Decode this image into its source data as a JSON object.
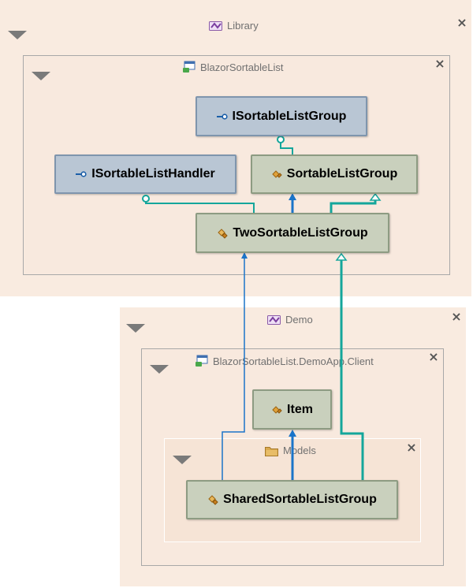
{
  "groups": {
    "library": {
      "title": "Library",
      "icon": "solution-icon"
    },
    "blazor": {
      "title": "BlazorSortableList",
      "icon": "project-icon"
    },
    "demo": {
      "title": "Demo",
      "icon": "solution-icon"
    },
    "client": {
      "title": "BlazorSortableList.DemoApp.Client",
      "icon": "project-icon"
    },
    "models": {
      "title": "Models",
      "icon": "folder-icon"
    }
  },
  "nodes": {
    "isortable_list_group": {
      "label": "ISortableListGroup",
      "kind": "interface"
    },
    "isortable_list_handler": {
      "label": "ISortableListHandler",
      "kind": "interface"
    },
    "sortable_list_group": {
      "label": "SortableListGroup",
      "kind": "class"
    },
    "two_sortable_list_group": {
      "label": "TwoSortableListGroup",
      "kind": "class"
    },
    "item": {
      "label": "Item",
      "kind": "class"
    },
    "shared_sortable_list_group": {
      "label": "SharedSortableListGroup",
      "kind": "class"
    }
  },
  "edges": [
    {
      "from": "sortable_list_group",
      "to": "isortable_list_group",
      "type": "implements"
    },
    {
      "from": "two_sortable_list_group",
      "to": "isortable_list_handler",
      "type": "implements"
    },
    {
      "from": "two_sortable_list_group",
      "to": "sortable_list_group",
      "type": "reference"
    },
    {
      "from": "two_sortable_list_group",
      "to": "sortable_list_group",
      "type": "inherits"
    },
    {
      "from": "shared_sortable_list_group",
      "to": "two_sortable_list_group",
      "type": "reference"
    },
    {
      "from": "shared_sortable_list_group",
      "to": "two_sortable_list_group",
      "type": "inherits"
    },
    {
      "from": "shared_sortable_list_group",
      "to": "item",
      "type": "reference"
    }
  ],
  "colors": {
    "reference": "#1a74c9",
    "inherits": "#14a69b",
    "implements": "#14a69b",
    "class_fill": "#c9d0bd",
    "interface_fill": "#b9c6d4"
  }
}
